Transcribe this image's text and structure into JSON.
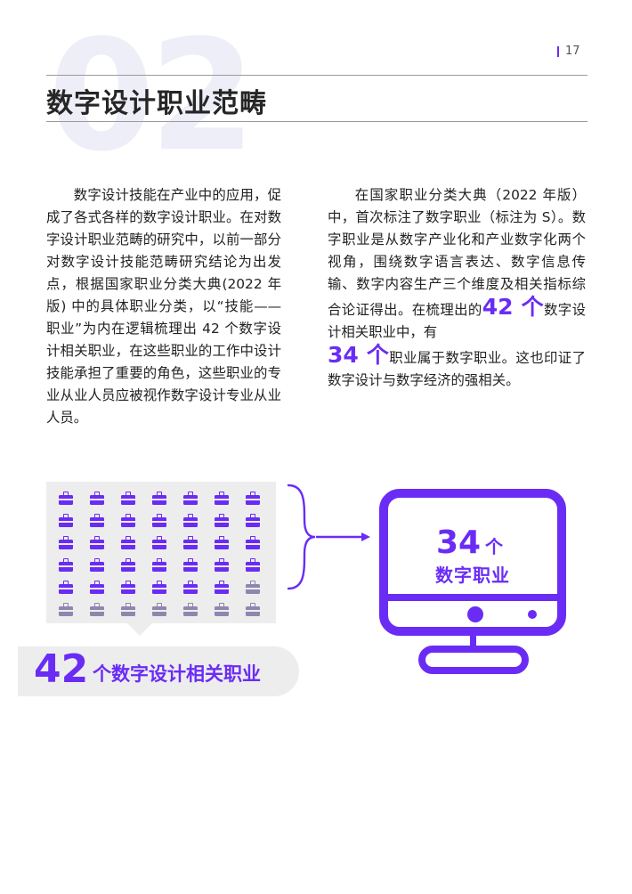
{
  "page": {
    "number": "17"
  },
  "section": {
    "number": "02",
    "title": "数字设计职业范畴"
  },
  "left_column": {
    "paragraph": "数字设计技能在产业中的应用，促成了各式各样的数字设计职业。在对数字设计职业范畴的研究中，以前一部分对数字设计技能范畴研究结论为出发点，根据国家职业分类大典(2022 年版) 中的具体职业分类，以“技能——职业”为内在逻辑梳理出 42 个数字设计相关职业，在这些职业的工作中设计技能承担了重要的角色，这些职业的专业从业人员应被视作数字设计专业从业人员。"
  },
  "right_column": {
    "part1": "在国家职业分类大典（2022 年版）中，首次标注了数字职业（标注为 S）。数字职业是从数字产业化和产业数字化两个视角，围绕数字语言表达、数字信息传输、数字内容生产三个维度及相关指标综合论证得出。在梳理出的",
    "num1": "42 个",
    "part2": "数字设计相关职业中，有",
    "num2": "34 个",
    "part3": "职业属于数字职业。这也印证了数字设计与数字经济的强相关。"
  },
  "infographic": {
    "total_count": "42",
    "total_label": "个数字设计相关职业",
    "digital_count": 34,
    "total_icons": 42,
    "digital_num": "34",
    "digital_unit": "个",
    "digital_label": "数字职业",
    "colors": {
      "accent": "#6a2cf5",
      "other": "#8f86b0",
      "panel": "#ededed"
    },
    "icon": "briefcase-icon"
  }
}
